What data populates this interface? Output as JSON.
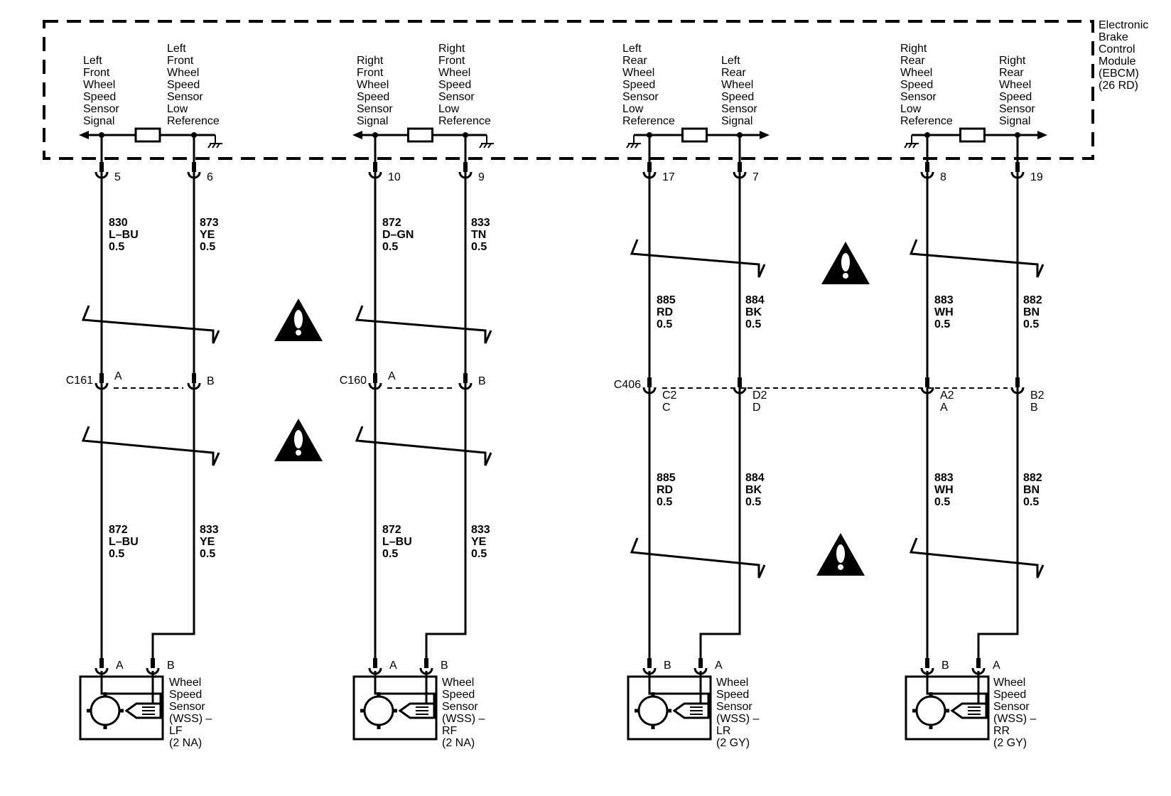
{
  "module": {
    "name_lines": [
      "Electronic",
      "Brake",
      "Control",
      "Module",
      "(EBCM)",
      "(26 RD)"
    ]
  },
  "columns": [
    {
      "id": "lf",
      "label_left": [
        "Left",
        "Front",
        "Wheel",
        "Speed",
        "Sensor",
        "Signal"
      ],
      "label_right": [
        "Left",
        "Front",
        "Wheel",
        "Speed",
        "Sensor",
        "Low",
        "Reference"
      ],
      "arrow": "left",
      "pin_left": "5",
      "pin_right": "6",
      "wire_upper_left": [
        "830",
        "L–BU",
        "0.5"
      ],
      "wire_upper_right": [
        "873",
        "YE",
        "0.5"
      ],
      "connector": "C161",
      "conn_pin_left": [
        "A"
      ],
      "conn_pin_right": [
        "B"
      ],
      "wire_lower_left": [
        "872",
        "L–BU",
        "0.5"
      ],
      "wire_lower_right": [
        "833",
        "YE",
        "0.5"
      ],
      "sensor_pin_left": "A",
      "sensor_pin_right": "B",
      "sensor_lines": [
        "Wheel",
        "Speed",
        "Sensor",
        "(WSS) –",
        "LF",
        "(2 NA)"
      ]
    },
    {
      "id": "rf",
      "label_left": [
        "Right",
        "Front",
        "Wheel",
        "Speed",
        "Sensor",
        "Signal"
      ],
      "label_right": [
        "Right",
        "Front",
        "Wheel",
        "Speed",
        "Sensor",
        "Low",
        "Reference"
      ],
      "arrow": "left",
      "pin_left": "10",
      "pin_right": "9",
      "wire_upper_left": [
        "872",
        "D–GN",
        "0.5"
      ],
      "wire_upper_right": [
        "833",
        "TN",
        "0.5"
      ],
      "connector": "C160",
      "conn_pin_left": [
        "A"
      ],
      "conn_pin_right": [
        "B"
      ],
      "wire_lower_left": [
        "872",
        "L–BU",
        "0.5"
      ],
      "wire_lower_right": [
        "833",
        "YE",
        "0.5"
      ],
      "sensor_pin_left": "A",
      "sensor_pin_right": "B",
      "sensor_lines": [
        "Wheel",
        "Speed",
        "Sensor",
        "(WSS) –",
        "RF",
        "(2 NA)"
      ]
    },
    {
      "id": "lr",
      "label_left": [
        "Left",
        "Rear",
        "Wheel",
        "Speed",
        "Sensor",
        "Low",
        "Reference"
      ],
      "label_right": [
        "Left",
        "Rear",
        "Wheel",
        "Speed",
        "Sensor",
        "Signal"
      ],
      "arrow": "right",
      "pin_left": "17",
      "pin_right": "7",
      "wire_upper_left": [
        "885",
        "RD",
        "0.5"
      ],
      "wire_upper_right": [
        "884",
        "BK",
        "0.5"
      ],
      "connector": "C406",
      "conn_pin_left": [
        "C2",
        "C"
      ],
      "conn_pin_right": [
        "D2",
        "D"
      ],
      "wire_lower_left": [
        "885",
        "RD",
        "0.5"
      ],
      "wire_lower_right": [
        "884",
        "BK",
        "0.5"
      ],
      "sensor_pin_left": "B",
      "sensor_pin_right": "A",
      "sensor_lines": [
        "Wheel",
        "Speed",
        "Sensor",
        "(WSS) –",
        "LR",
        "(2 GY)"
      ]
    },
    {
      "id": "rr",
      "label_left": [
        "Right",
        "Rear",
        "Wheel",
        "Speed",
        "Sensor",
        "Low",
        "Reference"
      ],
      "label_right": [
        "Right",
        "Rear",
        "Wheel",
        "Speed",
        "Sensor",
        "Signal"
      ],
      "arrow": "right",
      "pin_left": "8",
      "pin_right": "19",
      "wire_upper_left": [
        "883",
        "WH",
        "0.5"
      ],
      "wire_upper_right": [
        "882",
        "BN",
        "0.5"
      ],
      "connector": "",
      "conn_pin_left": [
        "A2",
        "A"
      ],
      "conn_pin_right": [
        "B2",
        "B"
      ],
      "wire_lower_left": [
        "883",
        "WH",
        "0.5"
      ],
      "wire_lower_right": [
        "882",
        "BN",
        "0.5"
      ],
      "sensor_pin_left": "B",
      "sensor_pin_right": "A",
      "sensor_lines": [
        "Wheel",
        "Speed",
        "Sensor",
        "(WSS) –",
        "RR",
        "(2 GY)"
      ]
    }
  ],
  "warning_icon_count": 4
}
